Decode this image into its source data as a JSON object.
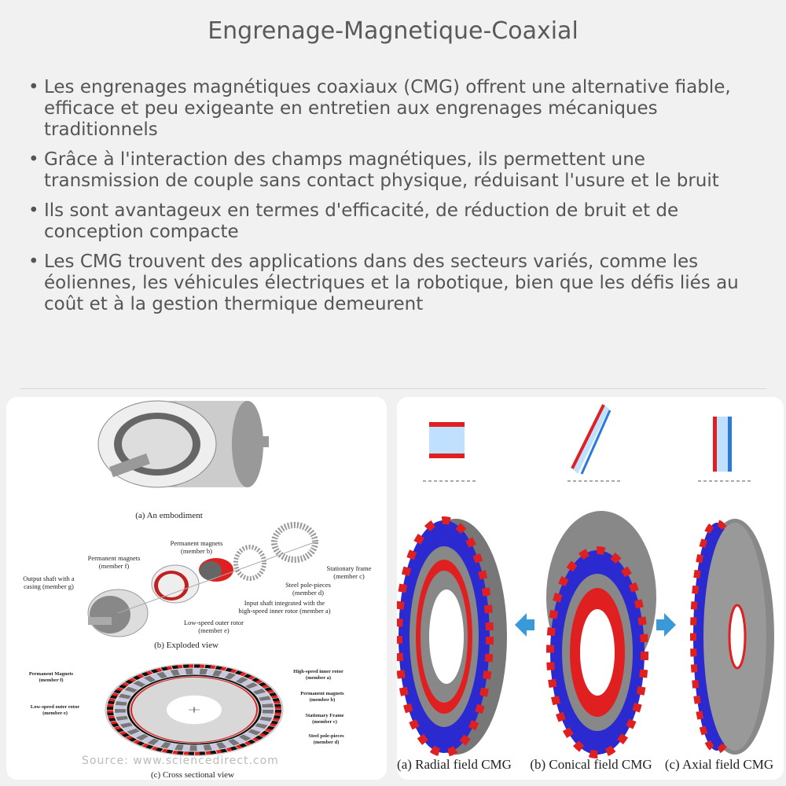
{
  "title": "Engrenage-Magnetique-Coaxial",
  "bullets": [
    "Les engrenages magnétiques coaxiaux (CMG) offrent une alternative fiable, efficace et peu exigeante en entretien aux engrenages mécaniques traditionnels",
    "Grâce à l'interaction des champs magnétiques, ils permettent une transmission de couple sans contact physique, réduisant l'usure et le bruit",
    "Ils sont avantageux en termes d'efficacité, de réduction de bruit et de conception compacte",
    "Les CMG trouvent des applications dans des secteurs variés, comme les éoliennes, les véhicules électriques et la robotique, bien que les défis liés au coût et à la gestion thermique demeurent"
  ],
  "left_figure": {
    "caption_a": "(a) An embodiment",
    "caption_b": "(b) Exploded view",
    "caption_c": "(c) Cross sectional view",
    "exploded_labels": [
      "Permanent magnets",
      "(member b)",
      "Permanent magnets",
      "(member f)",
      "Output shaft with a",
      "casing (member g)",
      "Stationary frame",
      "(member c)",
      "Steel pole-pieces",
      "(member d)",
      "Input shaft integrated with the",
      "high-speed inner rotor (member a)",
      "Low-speed outer rotor",
      "(member e)"
    ],
    "section_labels": [
      "Permanent Magnets",
      "(member f)",
      "Low-speed outer rotor",
      "(member e)",
      "High-speed inner rotor",
      "(member a)",
      "Permanent magnets",
      "(member b)",
      "Stationary Frame",
      "(member c)",
      "Steel pole-pieces",
      "(member d)"
    ],
    "source": "Source: www.sciencedirect.com"
  },
  "right_figure": {
    "captions": [
      "(a) Radial field CMG",
      "(b) Conical field CMG",
      "(c) Axial field CMG"
    ]
  },
  "colors": {
    "magnet_red": "#e02020",
    "magnet_blue": "#2a2ad0",
    "arrow_blue": "#3a9ad9"
  }
}
